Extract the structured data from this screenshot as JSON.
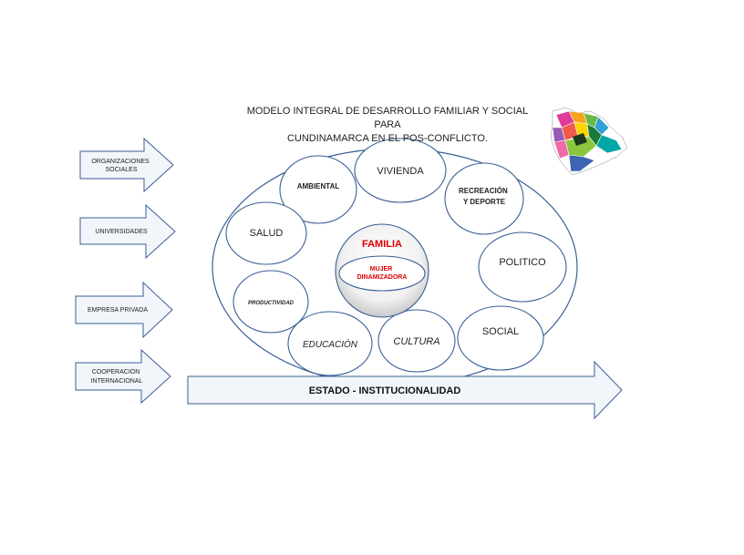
{
  "title": {
    "line1": "MODELO INTEGRAL  DE DESARROLLO FAMILIAR Y SOCIAL PARA",
    "line2": "CUNDINAMARCA  EN EL  POS-CONFLICTO."
  },
  "left_arrows": [
    {
      "lines": [
        "ORGANIZACIONES",
        "SOCIALES"
      ]
    },
    {
      "lines": [
        "UNIVERSIDADES"
      ]
    },
    {
      "lines": [
        "EMPRESA PRIVADA"
      ]
    },
    {
      "lines": [
        "COOPERACION",
        "INTERNACIONAL"
      ]
    }
  ],
  "bottom_arrow": {
    "label": "ESTADO  - INSTITUCIONALIDAD"
  },
  "center": {
    "label": "FAMILIA",
    "inner_lines": [
      "MUJER",
      "DINAMIZADORA"
    ]
  },
  "circles": [
    {
      "lines": [
        "AMBIENTAL"
      ]
    },
    {
      "lines": [
        "VIVIENDA"
      ]
    },
    {
      "lines": [
        "RECREACIÓN",
        "Y DEPORTE"
      ]
    },
    {
      "lines": [
        "SALUD"
      ]
    },
    {
      "lines": [
        "POLITICO"
      ]
    },
    {
      "lines": [
        "PRODUCTIVIDAD"
      ]
    },
    {
      "lines": [
        "EDUCACIÓN"
      ]
    },
    {
      "lines": [
        "CULTURA"
      ]
    },
    {
      "lines": [
        "SOCIAL"
      ]
    }
  ],
  "colors": {
    "outline": "#3a5f96",
    "fill": "#ffffff",
    "arrow_fill": "#f2f5fa",
    "familia_text": "#e00000",
    "map_regions": [
      "#e23a9a",
      "#f7a21b",
      "#6ab944",
      "#2f9fd6",
      "#9b59b6",
      "#f15a4a",
      "#ffd400",
      "#1c7a3a",
      "#00a7a5",
      "#ee6aa7",
      "#8cc63f",
      "#3e64b4"
    ]
  },
  "map": {
    "icon": "cundinamarca-map-icon"
  }
}
